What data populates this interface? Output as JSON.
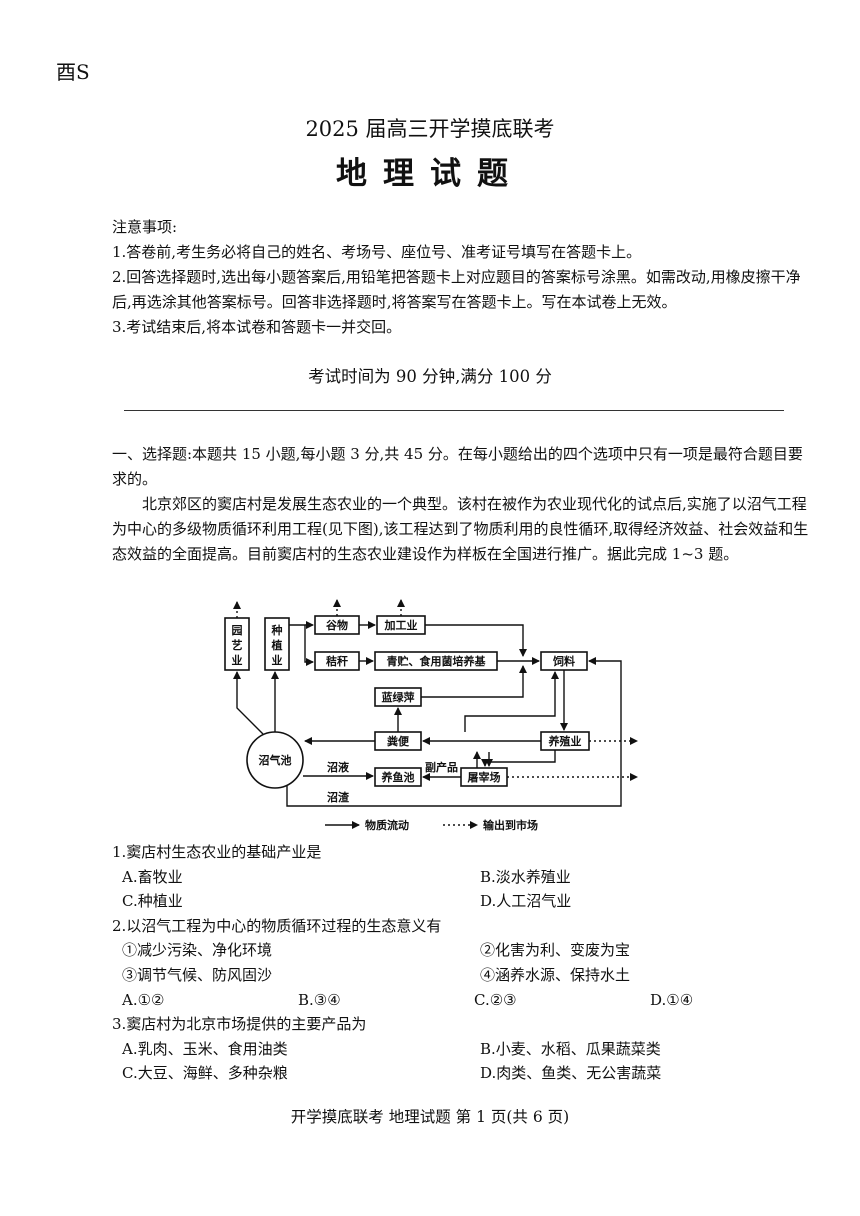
{
  "corner_mark": "酉S",
  "header": {
    "subtitle": "2025 届高三开学摸底联考",
    "title": "地理试题"
  },
  "notes": {
    "heading": "注意事项:",
    "items": [
      "1.答卷前,考生务必将自己的姓名、考场号、座位号、准考证号填写在答题卡上。",
      "2.回答选择题时,选出每小题答案后,用铅笔把答题卡上对应题目的答案标号涂黑。如需改动,用橡皮擦干净后,再选涂其他答案标号。回答非选择题时,将答案写在答题卡上。写在本试卷上无效。",
      "3.考试结束后,将本试卷和答题卡一并交回。"
    ],
    "exam_time": "考试时间为 90 分钟,满分 100 分"
  },
  "section": {
    "heading": "一、选择题:本题共 15 小题,每小题 3 分,共 45 分。在每小题给出的四个选项中只有一项是最符合题目要求的。",
    "passage": "北京郊区的窦店村是发展生态农业的一个典型。该村在被作为农业现代化的试点后,实施了以沼气工程为中心的多级物质循环利用工程(见下图),该工程达到了物质利用的良性循环,取得经济效益、社会效益和生态效益的全面提高。目前窦店村的生态农业建设作为样板在全国进行推广。据此完成 1~3 题。"
  },
  "diagram": {
    "nodes": {
      "yuanyi": "园艺业",
      "zhongzhi": "种植业",
      "guwu": "谷物",
      "jiagong": "加工业",
      "jiegan": "秸秆",
      "qingzhu": "青贮、食用菌培养基",
      "silao": "饲料",
      "lanlv": "蓝绿萍",
      "fenbian": "粪便",
      "yangzhi": "养殖业",
      "zhaoqi": "沼气池",
      "yangyu": "养鱼池",
      "tuzai": "屠宰场"
    },
    "edge_labels": {
      "zhaoye": "沼液",
      "zhaozha": "沼渣",
      "fuchanpin": "副产品"
    },
    "legend": {
      "flow": "物质流动",
      "market": "输出到市场"
    }
  },
  "questions": [
    {
      "stem": "1.窦店村生态农业的基础产业是",
      "options": [
        "A.畜牧业",
        "B.淡水养殖业",
        "C.种植业",
        "D.人工沼气业"
      ]
    },
    {
      "stem": "2.以沼气工程为中心的物质循环过程的生态意义有",
      "statements": [
        "①减少污染、净化环境",
        "②化害为利、变废为宝",
        "③调节气候、防风固沙",
        "④涵养水源、保持水土"
      ],
      "options": [
        "A.①②",
        "B.③④",
        "C.②③",
        "D.①④"
      ]
    },
    {
      "stem": "3.窦店村为北京市场提供的主要产品为",
      "options": [
        "A.乳肉、玉米、食用油类",
        "B.小麦、水稻、瓜果蔬菜类",
        "C.大豆、海鲜、多种杂粮",
        "D.肉类、鱼类、无公害蔬菜"
      ]
    }
  ],
  "footer": "开学摸底联考 地理试题 第 1 页(共 6 页)"
}
